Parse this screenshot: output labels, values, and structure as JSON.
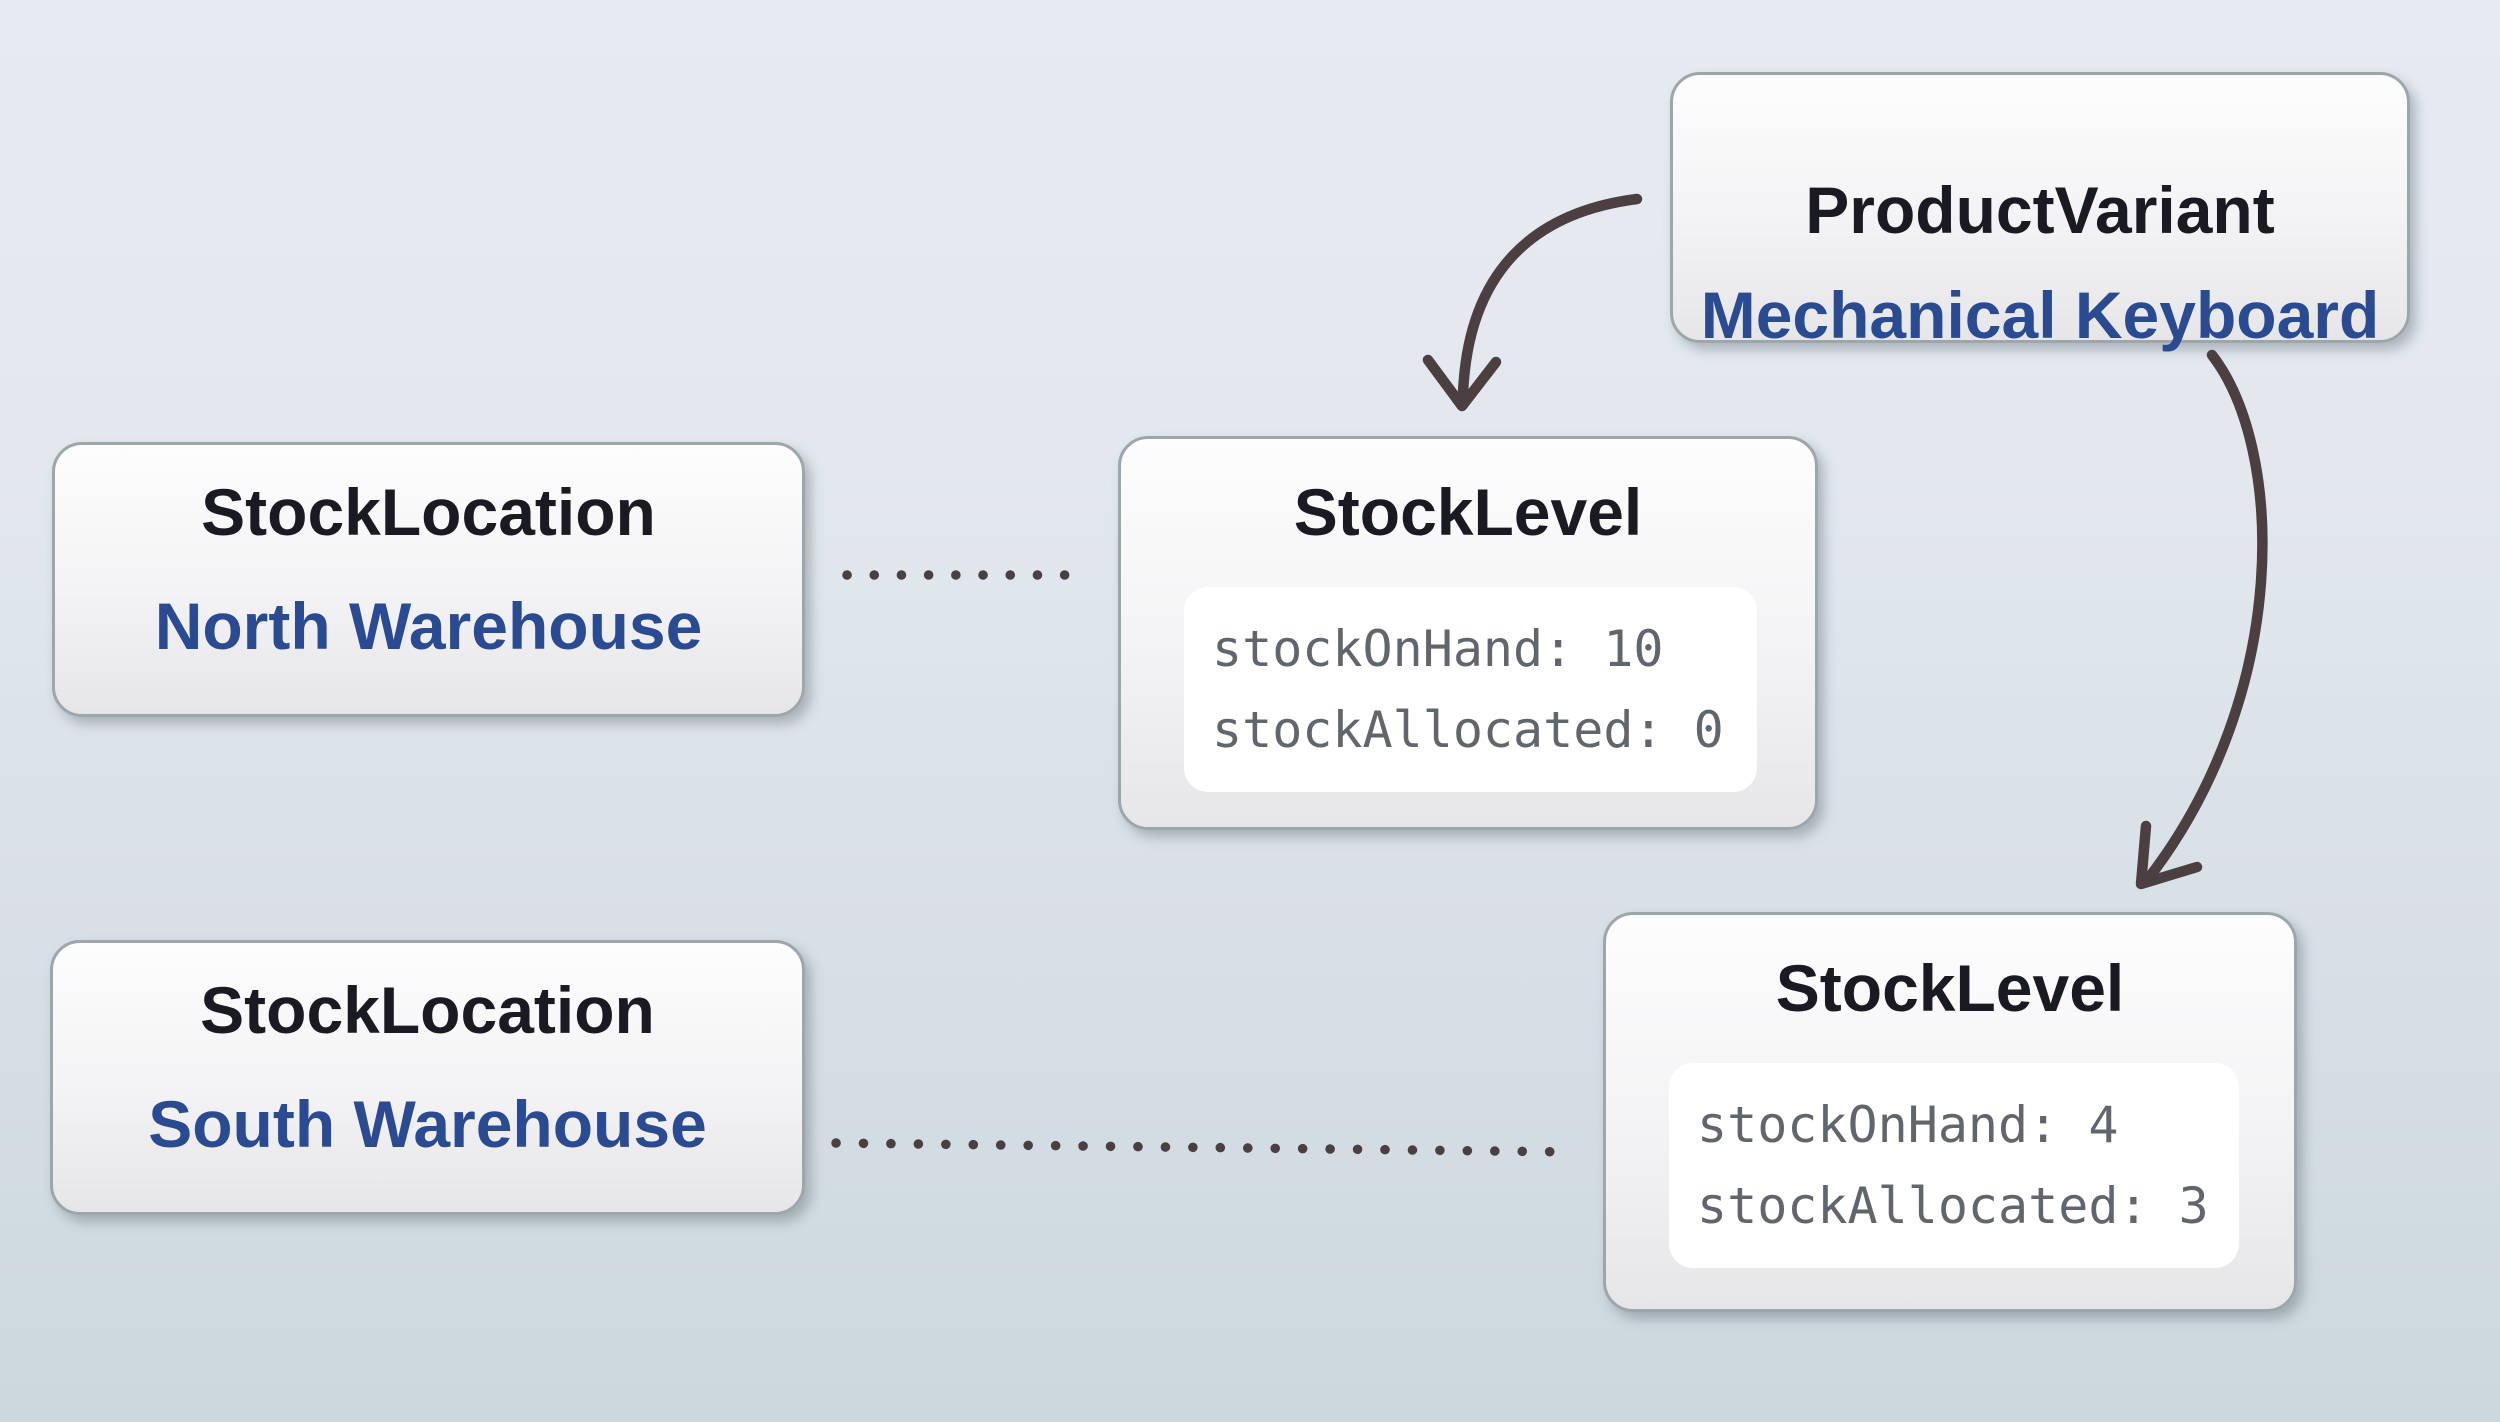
{
  "diagram": {
    "nodes": {
      "product_variant": {
        "entity": "ProductVariant",
        "name": "Mechanical Keyboard"
      },
      "stock_location_north": {
        "entity": "StockLocation",
        "name": "North Warehouse"
      },
      "stock_location_south": {
        "entity": "StockLocation",
        "name": "South Warehouse"
      },
      "stock_level_north": {
        "entity": "StockLevel",
        "fields": [
          "stockOnHand: 10",
          "stockAllocated: 0"
        ]
      },
      "stock_level_south": {
        "entity": "StockLevel",
        "fields": [
          "stockOnHand: 4",
          "stockAllocated: 3"
        ]
      }
    },
    "colors": {
      "entity_title": "#191a22",
      "instance_name": "#2a4b91",
      "code_text": "#61666d",
      "connector": "#4b3f41",
      "card_border": "#9da6ab",
      "card_fill_top": "#fdfdfe",
      "card_fill_bottom": "#e6e6e8",
      "code_panel_bg": "#ffffff",
      "background_top": "#e6ebf1",
      "background_bottom": "#ccd7de"
    }
  }
}
